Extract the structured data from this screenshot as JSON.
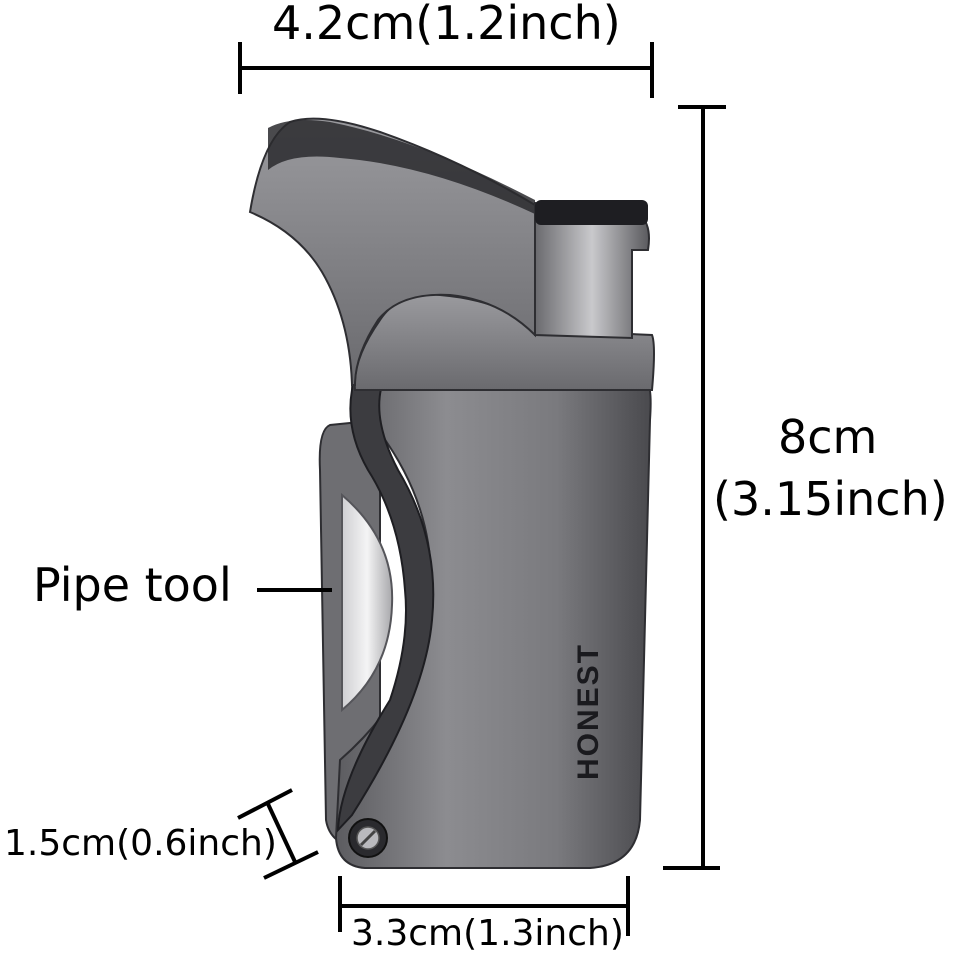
{
  "product": {
    "brand": "HONEST",
    "colors": {
      "body": "#7d7d80",
      "body_dark": "#3f3f43",
      "accent_dark": "#222226",
      "line": "#000000"
    }
  },
  "dimensions": {
    "top_width": "4.2cm(1.2inch)",
    "height_cm": "8cm",
    "height_inch": "(3.15inch)",
    "pipe_tool": "Pipe tool",
    "depth": "1.5cm(0.6inch)",
    "bottom_width": "3.3cm(1.3inch)"
  }
}
